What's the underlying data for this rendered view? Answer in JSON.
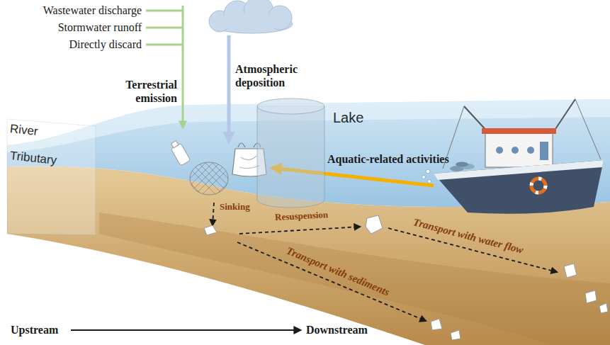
{
  "diagram": {
    "nodes": [
      {
        "text": [
          "Lake"
        ]
      }
    ],
    "labels": [
      "Wastewater discharge",
      "Stormwater runoff",
      "Directly discard",
      "Terrestrial emission",
      "Atmospheric deposition",
      "River",
      "Tributary",
      "Aquatic-related activities",
      "Sinking",
      "Resuspension",
      "Transport with water flow",
      "Transport with sediments",
      "Upstream",
      "Downstream"
    ]
  }
}
